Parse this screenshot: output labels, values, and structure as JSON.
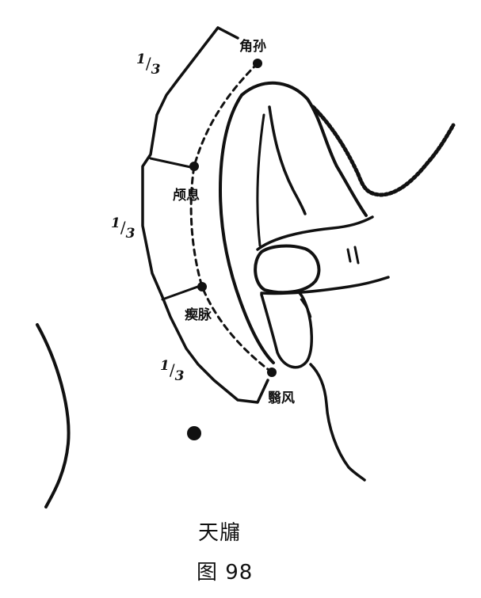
{
  "points": [
    {
      "id": "jiaosun",
      "label": "角孙"
    },
    {
      "id": "luxi",
      "label": "颅息"
    },
    {
      "id": "chimai",
      "label": "瘈脉"
    },
    {
      "id": "yifeng",
      "label": "翳风"
    }
  ],
  "fractions": [
    {
      "numerator": "1",
      "slash": "/",
      "denominator": "3"
    },
    {
      "numerator": "1",
      "slash": "/",
      "denominator": "3"
    },
    {
      "numerator": "1",
      "slash": "/",
      "denominator": "3"
    }
  ],
  "caption": {
    "title": "天牖",
    "figure": "图 98"
  }
}
